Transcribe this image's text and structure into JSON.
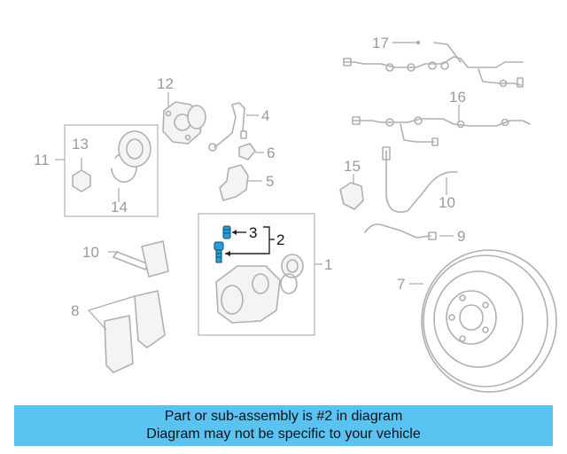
{
  "diagram": {
    "callouts": {
      "c1": "1",
      "c2": "2",
      "c3": "3",
      "c4": "4",
      "c5": "5",
      "c6": "6",
      "c7": "7",
      "c8": "8",
      "c9": "9",
      "c10a": "10",
      "c10b": "10",
      "c11": "11",
      "c12": "12",
      "c13": "13",
      "c14": "14",
      "c15": "15",
      "c16": "16",
      "c17": "17"
    },
    "highlight_color": "#2a9fd6"
  },
  "banner": {
    "line1": "Part or sub-assembly is #2 in diagram",
    "line2": "Diagram may not be specific to your vehicle",
    "background": "#5bc3f1"
  }
}
